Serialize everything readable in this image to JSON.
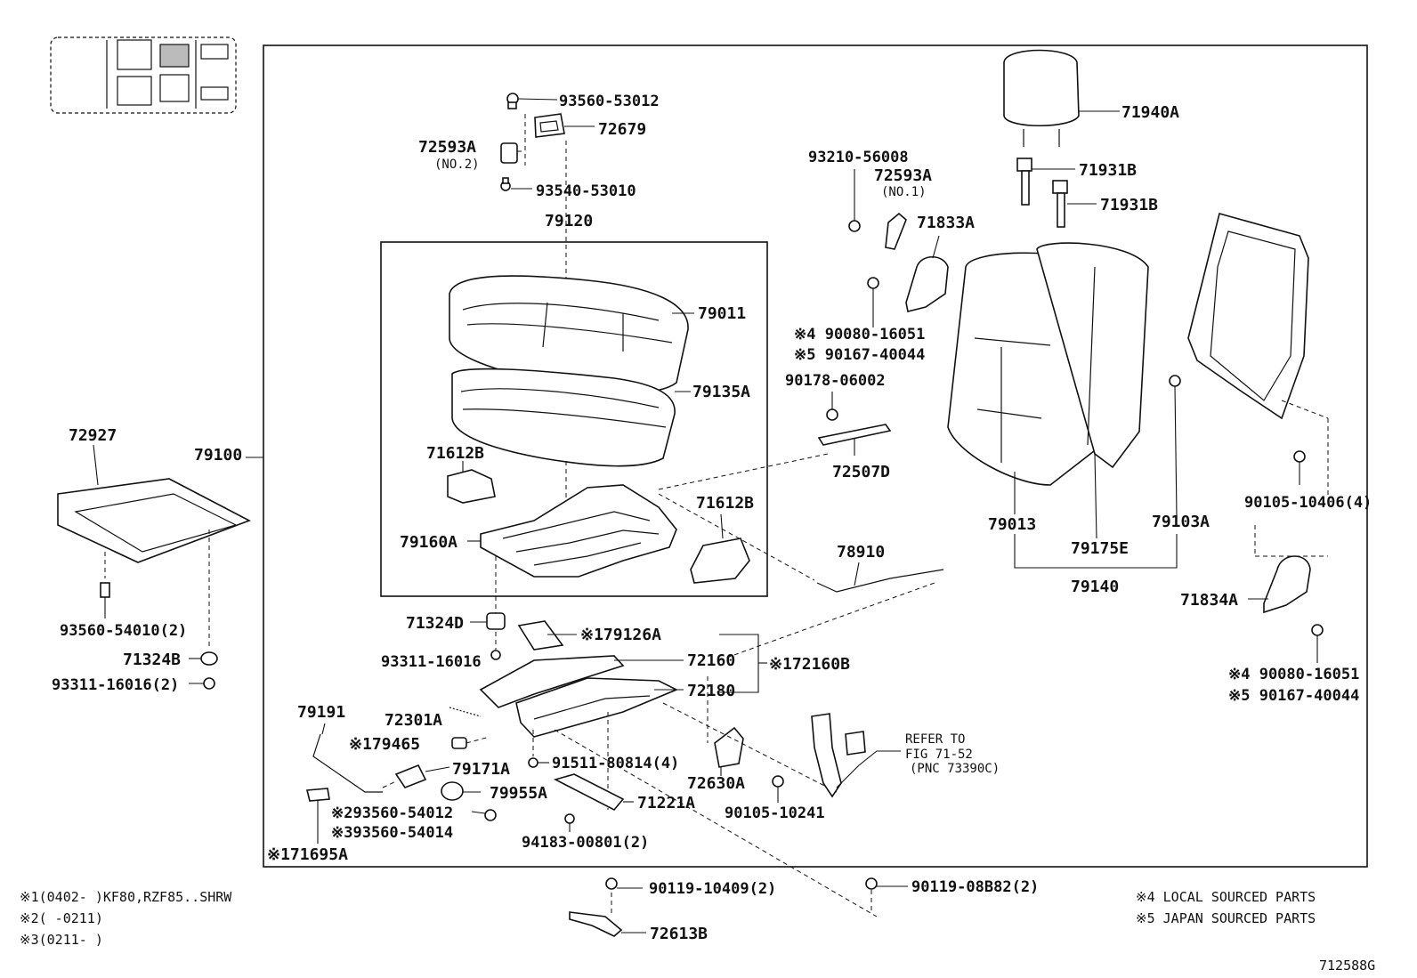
{
  "figure_code": "712588G",
  "labels": {
    "p93560_53012": "93560-53012",
    "p72679": "72679",
    "p72593a_no2": "72593A",
    "p72593a_no2_sub": "(NO.2)",
    "p93540_53010": "93540-53010",
    "p79120": "79120",
    "p79011": "79011",
    "p79135a": "79135A",
    "p71612b_a": "71612B",
    "p71612b_b": "71612B",
    "p79160a": "79160A",
    "p72927": "72927",
    "p79100": "79100",
    "p93560_54010": "93560-54010(2)",
    "p71324b": "71324B",
    "p93311_16016_2": "93311-16016(2)",
    "p71324d": "71324D",
    "p93311_16016": "93311-16016",
    "p79126a": "※179126A",
    "p72160": "72160",
    "p72160b": "※172160B",
    "p72180": "72180",
    "p72301a": "72301A",
    "p79465": "※179465",
    "p79191": "79191",
    "p79171a": "79171A",
    "p91511": "91511-80814(4)",
    "p79955a": "79955A",
    "p93560_54012": "※293560-54012",
    "p93560_54014": "※393560-54014",
    "p71695a": "※171695A",
    "p71221a": "71221A",
    "p94183": "94183-00801(2)",
    "p72630a": "72630A",
    "p90105_10241": "90105-10241",
    "p90119_10409": "90119-10409(2)",
    "p72613b": "72613B",
    "p90119_08b82": "90119-08B82(2)",
    "p93210": "93210-56008",
    "p72593a_no1": "72593A",
    "p72593a_no1_sub": "(NO.1)",
    "p71833a": "71833A",
    "p90080_a": "※4 90080-16051",
    "p90167_a": "※5 90167-40044",
    "p90178": "90178-06002",
    "p72507d": "72507D",
    "p78910": "78910",
    "p71940a": "71940A",
    "p71931b_a": "71931B",
    "p71931b_b": "71931B",
    "p79013": "79013",
    "p79175e": "79175E",
    "p79103a": "79103A",
    "p79140": "79140",
    "p90105_10406": "90105-10406(4)",
    "p71834a": "71834A",
    "p90080_b": "※4 90080-16051",
    "p90167_b": "※5 90167-40044",
    "refer_1": "REFER TO",
    "refer_2": "FIG 71-52",
    "refer_3": "(PNC 73390C)"
  },
  "notes": {
    "n1": "※1(0402-    )KF80,RZF85..SHRW",
    "n2": "※2(     -0211)",
    "n3": "※3(0211-     )",
    "n4": "※4 LOCAL SOURCED PARTS",
    "n5": "※5 JAPAN SOURCED PARTS"
  }
}
